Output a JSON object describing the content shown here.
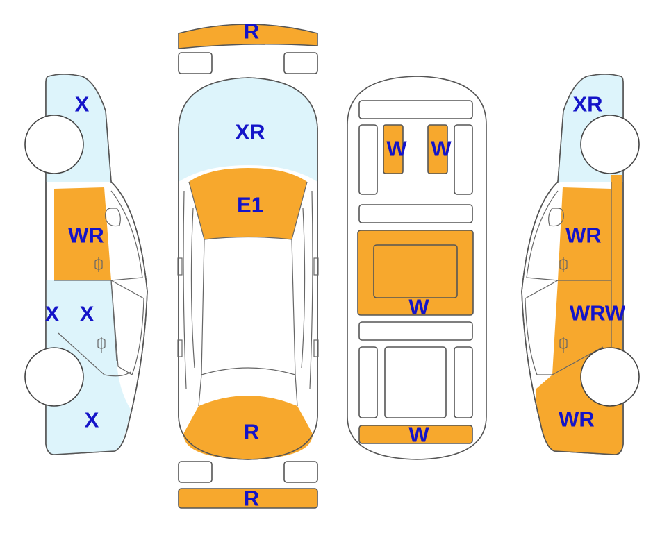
{
  "colors": {
    "orange": "#f7a82d",
    "blue": "#ddf4fb",
    "white": "#ffffff",
    "outline": "#555555",
    "label": "#1414c8"
  },
  "labels": {
    "front_bumper": "R",
    "hood": "XR",
    "windshield": "E1",
    "rear_window": "R",
    "rear_bumper": "R",
    "left_top": "X",
    "left_front_door": "WR",
    "left_lower_a": "X",
    "left_lower_b": "X",
    "left_rear": "X",
    "floor_seat_left": "W",
    "floor_seat_right": "W",
    "floor_center": "W",
    "floor_rear": "W",
    "right_top": "XR",
    "right_front_door": "WR",
    "right_rear_door": "WRW",
    "right_rear": "WR"
  }
}
